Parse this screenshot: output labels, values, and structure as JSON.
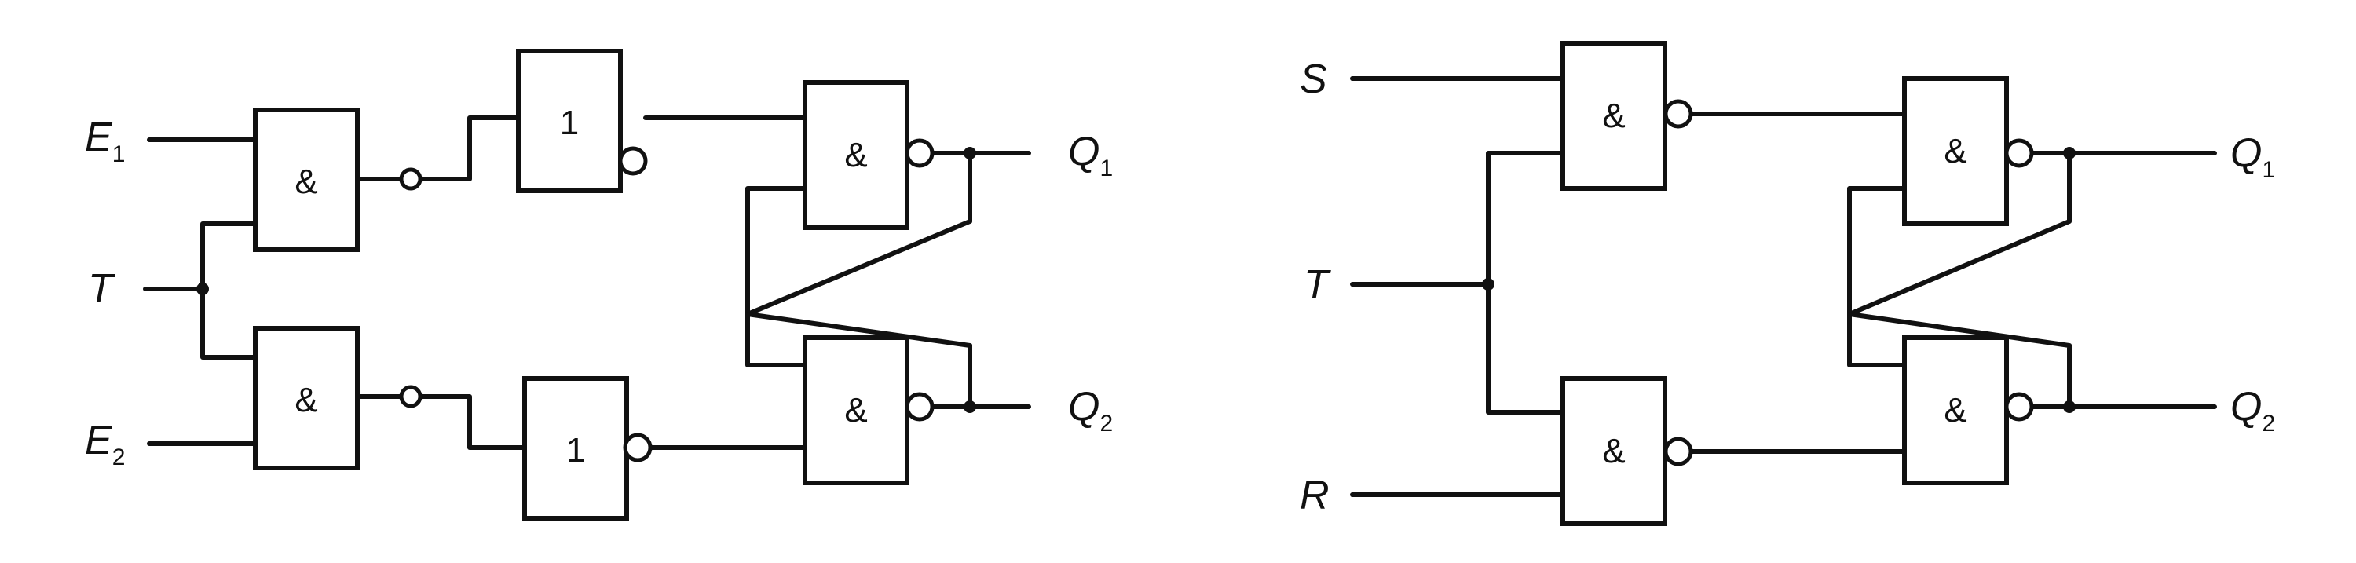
{
  "left_circuit": {
    "inputs": {
      "e1": "E",
      "e1_sub": "1",
      "t": "T",
      "e2": "E",
      "e2_sub": "2"
    },
    "outputs": {
      "q1": "Q",
      "q1_sub": "1",
      "q2": "Q",
      "q2_sub": "2"
    },
    "gates": {
      "and_upper": "&",
      "and_lower": "&",
      "not_upper": "1",
      "not_lower": "1",
      "latch_upper": "&",
      "latch_lower": "&"
    }
  },
  "right_circuit": {
    "inputs": {
      "s": "S",
      "t": "T",
      "r": "R"
    },
    "outputs": {
      "q1": "Q",
      "q1_sub": "1",
      "q2": "Q",
      "q2_sub": "2"
    },
    "gates": {
      "input_upper": "&",
      "input_lower": "&",
      "latch_upper": "&",
      "latch_lower": "&"
    }
  }
}
